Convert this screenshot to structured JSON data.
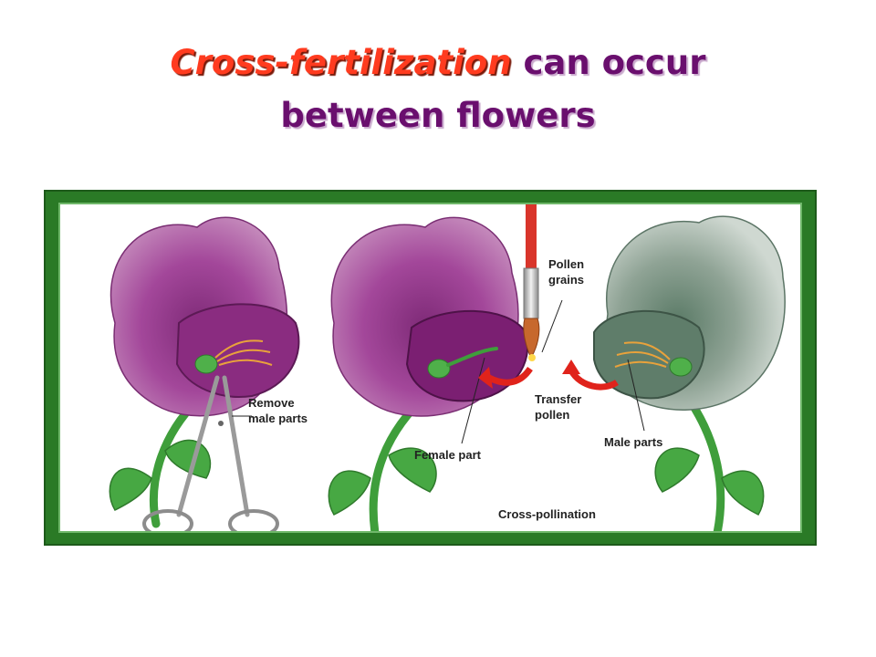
{
  "title": {
    "accent": "Cross-fertilization",
    "rest": " can occur",
    "line2": "between flowers"
  },
  "figure": {
    "labels": {
      "remove_line1": "Remove",
      "remove_line2": "male parts",
      "pollen_line1": "Pollen",
      "pollen_line2": "grains",
      "transfer_line1": "Transfer",
      "transfer_line2": "pollen",
      "female_part": "Female part",
      "male_parts": "Male parts",
      "caption": "Cross-pollination"
    }
  },
  "colors": {
    "title_accent": "#ff3b1f",
    "title_main": "#6a0f6e",
    "frame_green": "#2a7a26",
    "purple_flower": "#a3479a",
    "gray_green_flower": "#8fa395",
    "stem_green": "#3f9e3b",
    "arrow_red": "#e0231b"
  },
  "icons": [
    "scissors-icon",
    "paintbrush-icon",
    "arrow-icon"
  ]
}
